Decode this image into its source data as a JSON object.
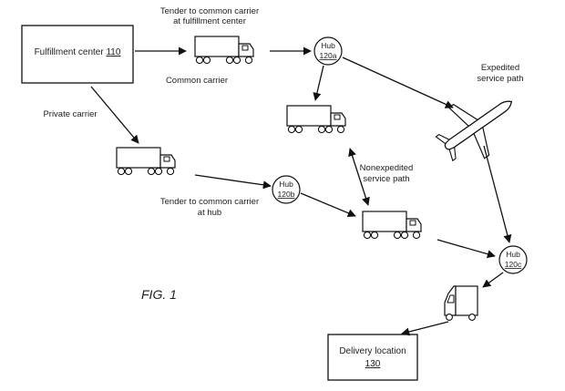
{
  "diagram": {
    "figure_label": "FIG. 1",
    "fulfillment_center": {
      "label": "Fulfillment center",
      "ref": "110"
    },
    "delivery_location": {
      "label": "Delivery location",
      "ref": "130"
    },
    "hubs": [
      {
        "label": "Hub",
        "ref": "120a"
      },
      {
        "label": "Hub",
        "ref": "120b"
      },
      {
        "label": "Hub",
        "ref": "120c"
      }
    ],
    "labels": {
      "tender_fc_line1": "Tender to common carrier",
      "tender_fc_line2": "at fulfillment center",
      "common_carrier": "Common carrier",
      "private_carrier": "Private carrier",
      "tender_hub_line1": "Tender to common carrier",
      "tender_hub_line2": "at hub",
      "expedited_line1": "Expedited",
      "expedited_line2": "service path",
      "nonexpedited_line1": "Nonexpedited",
      "nonexpedited_line2": "service path"
    },
    "icons": [
      "truck-icon",
      "airplane-icon",
      "delivery-van-icon"
    ]
  }
}
